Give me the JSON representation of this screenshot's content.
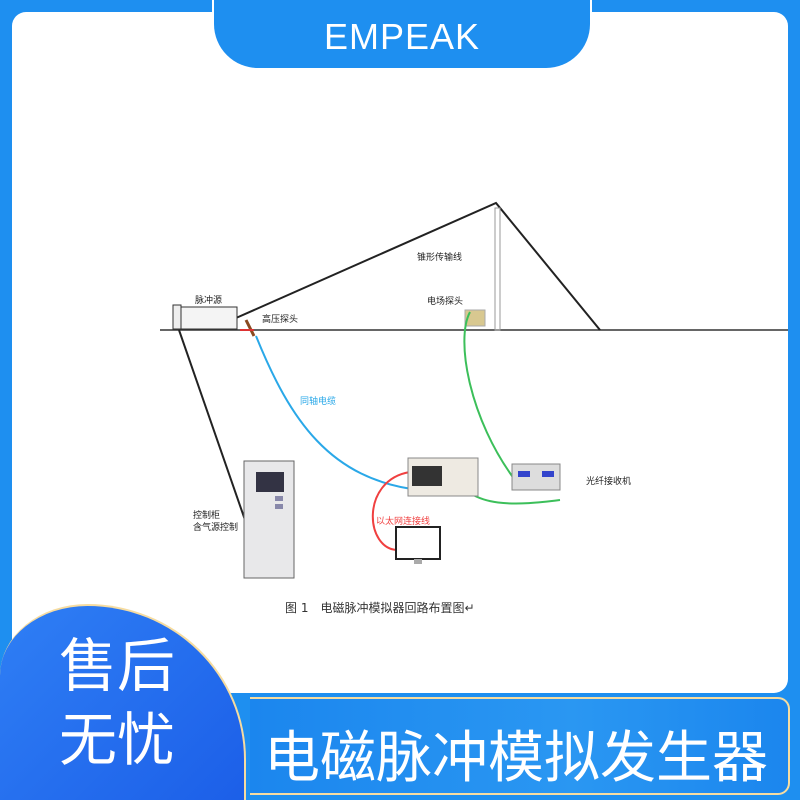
{
  "header": {
    "brand": "EMPEAK"
  },
  "diagram": {
    "labels": {
      "pulse_source": "脉冲源",
      "hv_probe": "高压探头",
      "cone_line": "锥形传输线",
      "field_probe": "电场探头",
      "coax": "同轴电缆",
      "control_cabinet_1": "控制柜",
      "control_cabinet_2": "含气源控制",
      "ethernet": "以太网连接线",
      "fiber_receiver": "光纤接收机"
    },
    "caption": "图 1　电磁脉冲模拟器回路布置图↵",
    "colors": {
      "coax": "#2aa8e8",
      "fiber": "#3cbf5a",
      "ethernet": "#f04040"
    }
  },
  "badge": {
    "line1": "售后",
    "line2": "无忧"
  },
  "banner": {
    "title": "电磁脉冲模拟发生器"
  },
  "colors": {
    "brand_blue": "#1e8ff0",
    "accent_border": "#f6dca0"
  }
}
